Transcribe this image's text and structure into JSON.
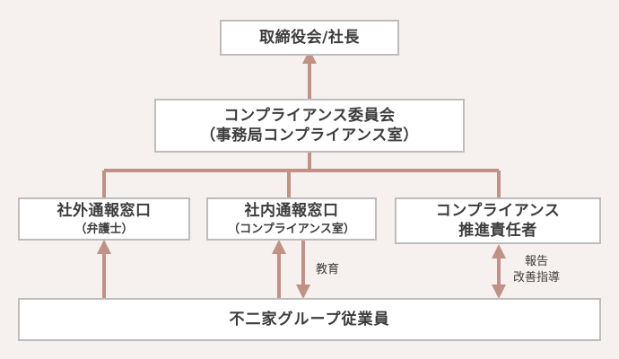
{
  "colors": {
    "connector": "#c09185",
    "box_border": "#bdbdbd",
    "background": "#f6f0ee"
  },
  "nodes": {
    "board": {
      "title": "取締役会/社長"
    },
    "committee": {
      "title": "コンプライアンス委員会",
      "subtitle": "（事務局コンプライアンス室）"
    },
    "external_desk": {
      "title": "社外通報窓口",
      "subtitle": "（弁護士）"
    },
    "internal_desk": {
      "title": "社内通報窓口",
      "subtitle": "（コンプライアンス室）"
    },
    "officer": {
      "title": "コンプライアンス",
      "subtitle": "推進責任者"
    },
    "employees": {
      "title": "不二家グループ従業員"
    }
  },
  "edge_labels": {
    "education": "教育",
    "report": "報告",
    "guidance": "改善指導"
  }
}
